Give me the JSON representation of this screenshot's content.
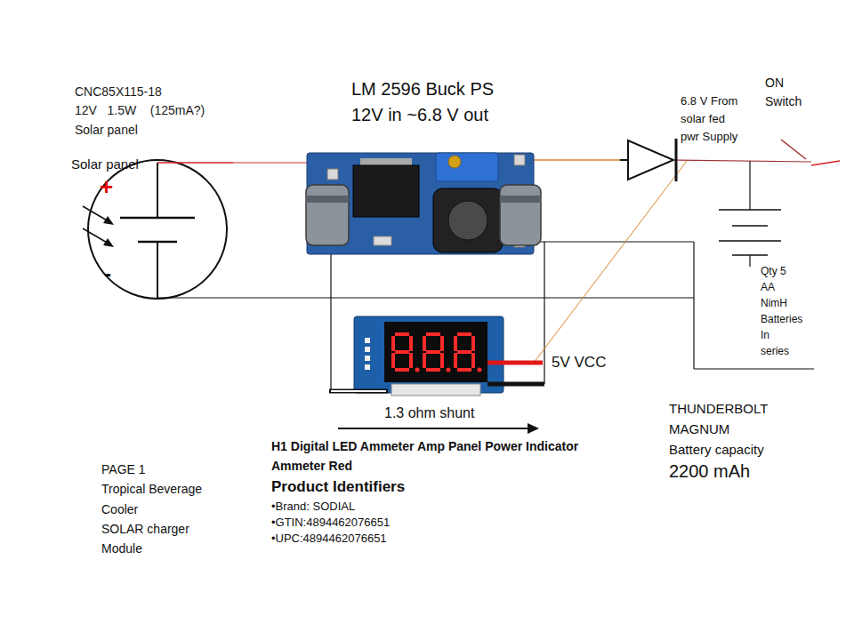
{
  "diagram": {
    "labels": [
      "CNC85X115-18",
      "12V   1.5W    (125mA?)",
      "Solar panel",
      "Solar panel",
      "+",
      "-",
      "LM 2596 Buck PS",
      "12V in ~6.8 V out",
      "6.8 V From",
      "solar fed",
      "pwr Supply",
      "ON",
      "Switch",
      "Qty 5",
      "AA",
      "NimH",
      "Batteries",
      "In",
      "series",
      "5V VCC",
      "1.3 ohm shunt",
      "H1 Digital LED Ammeter Amp Panel Power Indicator",
      "Ammeter Red",
      "Product Identifiers",
      "•Brand: SODIAL",
      "•GTIN:4894462076651",
      "•UPC:4894462076651",
      "THUNDERBOLT",
      "MAGNUM",
      "Battery capacity",
      "2200 mAh",
      "PAGE 1",
      "Tropical Beverage",
      "Cooler",
      "SOLAR charger",
      "Module"
    ]
  }
}
